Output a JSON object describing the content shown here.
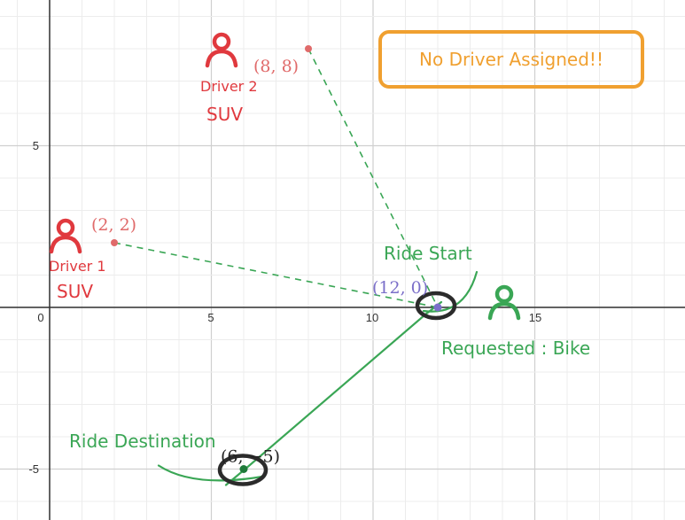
{
  "axes": {
    "x_ticks": [
      "0",
      "5",
      "10",
      "15"
    ],
    "y_ticks": [
      "5",
      "-5"
    ]
  },
  "points": {
    "driver1": {
      "label": "(2, 2)",
      "x": 2,
      "y": 2
    },
    "driver2": {
      "label": "(8, 8)",
      "x": 8,
      "y": 8
    },
    "start": {
      "label": "(12, 0)",
      "x": 12,
      "y": 0
    },
    "dest": {
      "label": "(6, −5)",
      "x": 6,
      "y": -5
    }
  },
  "labels": {
    "driver1_name": "Driver 1",
    "driver1_type": "SUV",
    "driver2_name": "Driver 2",
    "driver2_type": "SUV",
    "ride_start": "Ride Start",
    "ride_destination": "Ride Destination",
    "requested": "Requested : Bike",
    "status": "No Driver Assigned!!"
  },
  "colors": {
    "driver": "#e0393e",
    "driver_point": "#e06a6a",
    "ride": "#3aa655",
    "start_point": "#7b6fc9",
    "circle": "#2b2b2b",
    "status_border": "#f0a030",
    "status_text": "#f0a030"
  }
}
